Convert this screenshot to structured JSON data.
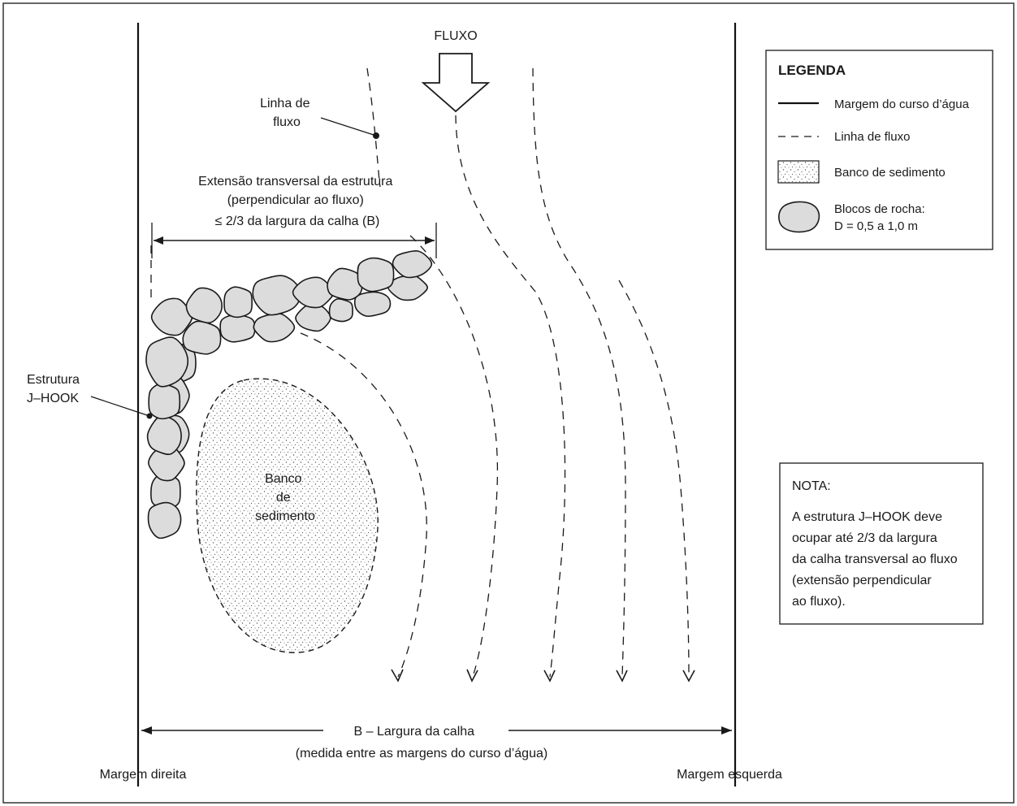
{
  "flow_label": "FLUXO",
  "flow_line_label": [
    "Linha de",
    "fluxo"
  ],
  "transverse_extent": [
    "Extensão transversal da estrutura",
    "(perpendicular ao fluxo)",
    "≤ 2/3 da largura da calha (B)"
  ],
  "structure_label": [
    "Estrutura",
    "J–HOOK"
  ],
  "sediment_label": [
    "Banco",
    "de",
    "sedimento"
  ],
  "width_label": [
    "B – Largura da calha",
    "(medida entre as margens do curso d’água)"
  ],
  "right_bank_label": "Margem direita",
  "left_bank_label": "Margem esquerda",
  "legend": {
    "title": "LEGENDA",
    "items": [
      {
        "symbol": "solid-line",
        "label": [
          "Margem do curso d’água"
        ]
      },
      {
        "symbol": "dashed-line",
        "label": [
          "Linha de fluxo"
        ]
      },
      {
        "symbol": "stippled-box",
        "label": [
          "Banco de sedimento"
        ]
      },
      {
        "symbol": "rock",
        "label": [
          "Blocos de rocha:",
          "D = 0,5 a 1,0 m"
        ]
      }
    ]
  },
  "note": {
    "title": "NOTA:",
    "lines": [
      "A estrutura J–HOOK deve",
      "ocupar até 2/3 da largura",
      "da calha transversal ao fluxo",
      "(extensão perpendicular",
      "ao fluxo)."
    ]
  },
  "colors": {
    "ink": "#1a1a1a",
    "rock_fill": "#dcdcdc",
    "background": "#ffffff"
  }
}
